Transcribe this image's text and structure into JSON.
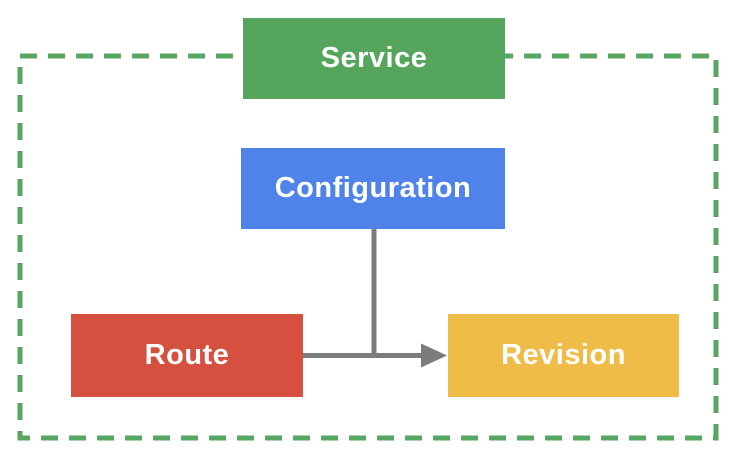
{
  "diagram": {
    "nodes": [
      {
        "id": "service",
        "label": "Service",
        "color": "#55A55D",
        "text_color": "#FFFFFF"
      },
      {
        "id": "configuration",
        "label": "Configuration",
        "color": "#4F83EA",
        "text_color": "#FFFFFF"
      },
      {
        "id": "route",
        "label": "Route",
        "color": "#D5503E",
        "text_color": "#FFFFFF"
      },
      {
        "id": "revision",
        "label": "Revision",
        "color": "#EFBC47",
        "text_color": "#FFFFFF"
      }
    ],
    "boundary": {
      "style": "dashed",
      "color": "#58A760"
    },
    "connectors": {
      "color": "#7C7C7C",
      "edges": [
        {
          "from": "configuration",
          "to": "route-revision-line",
          "type": "plain"
        },
        {
          "from": "route",
          "to": "revision",
          "type": "arrow"
        }
      ]
    }
  }
}
